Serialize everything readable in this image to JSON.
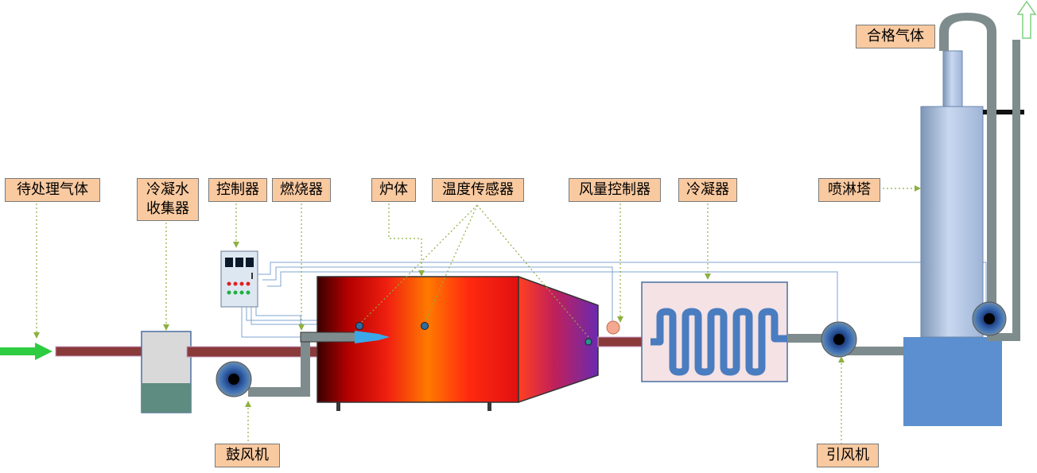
{
  "labels": {
    "gas_in": "待处理气体",
    "water_collector_line1": "冷凝水",
    "water_collector_line2": "收集器",
    "controller": "控制器",
    "burner": "燃烧器",
    "furnace": "炉体",
    "temp_sensor": "温度传感器",
    "air_controller": "风量控制器",
    "condenser": "冷凝器",
    "spray_tower": "喷淋塔",
    "qualified_gas": "合格气体",
    "blower": "鼓风机",
    "induced_fan": "引风机"
  },
  "colors": {
    "label_bg": "#f9c9a0",
    "pipe_hot": "#8b3a3a",
    "pipe_grey": "#7f8c8d",
    "inlet_arrow": "#2ecc40",
    "outlet_arrow": "#9be59b",
    "water_blue": "#5b8fd0",
    "coil_blue": "#4a7cc0",
    "leader_green": "#8db040"
  }
}
